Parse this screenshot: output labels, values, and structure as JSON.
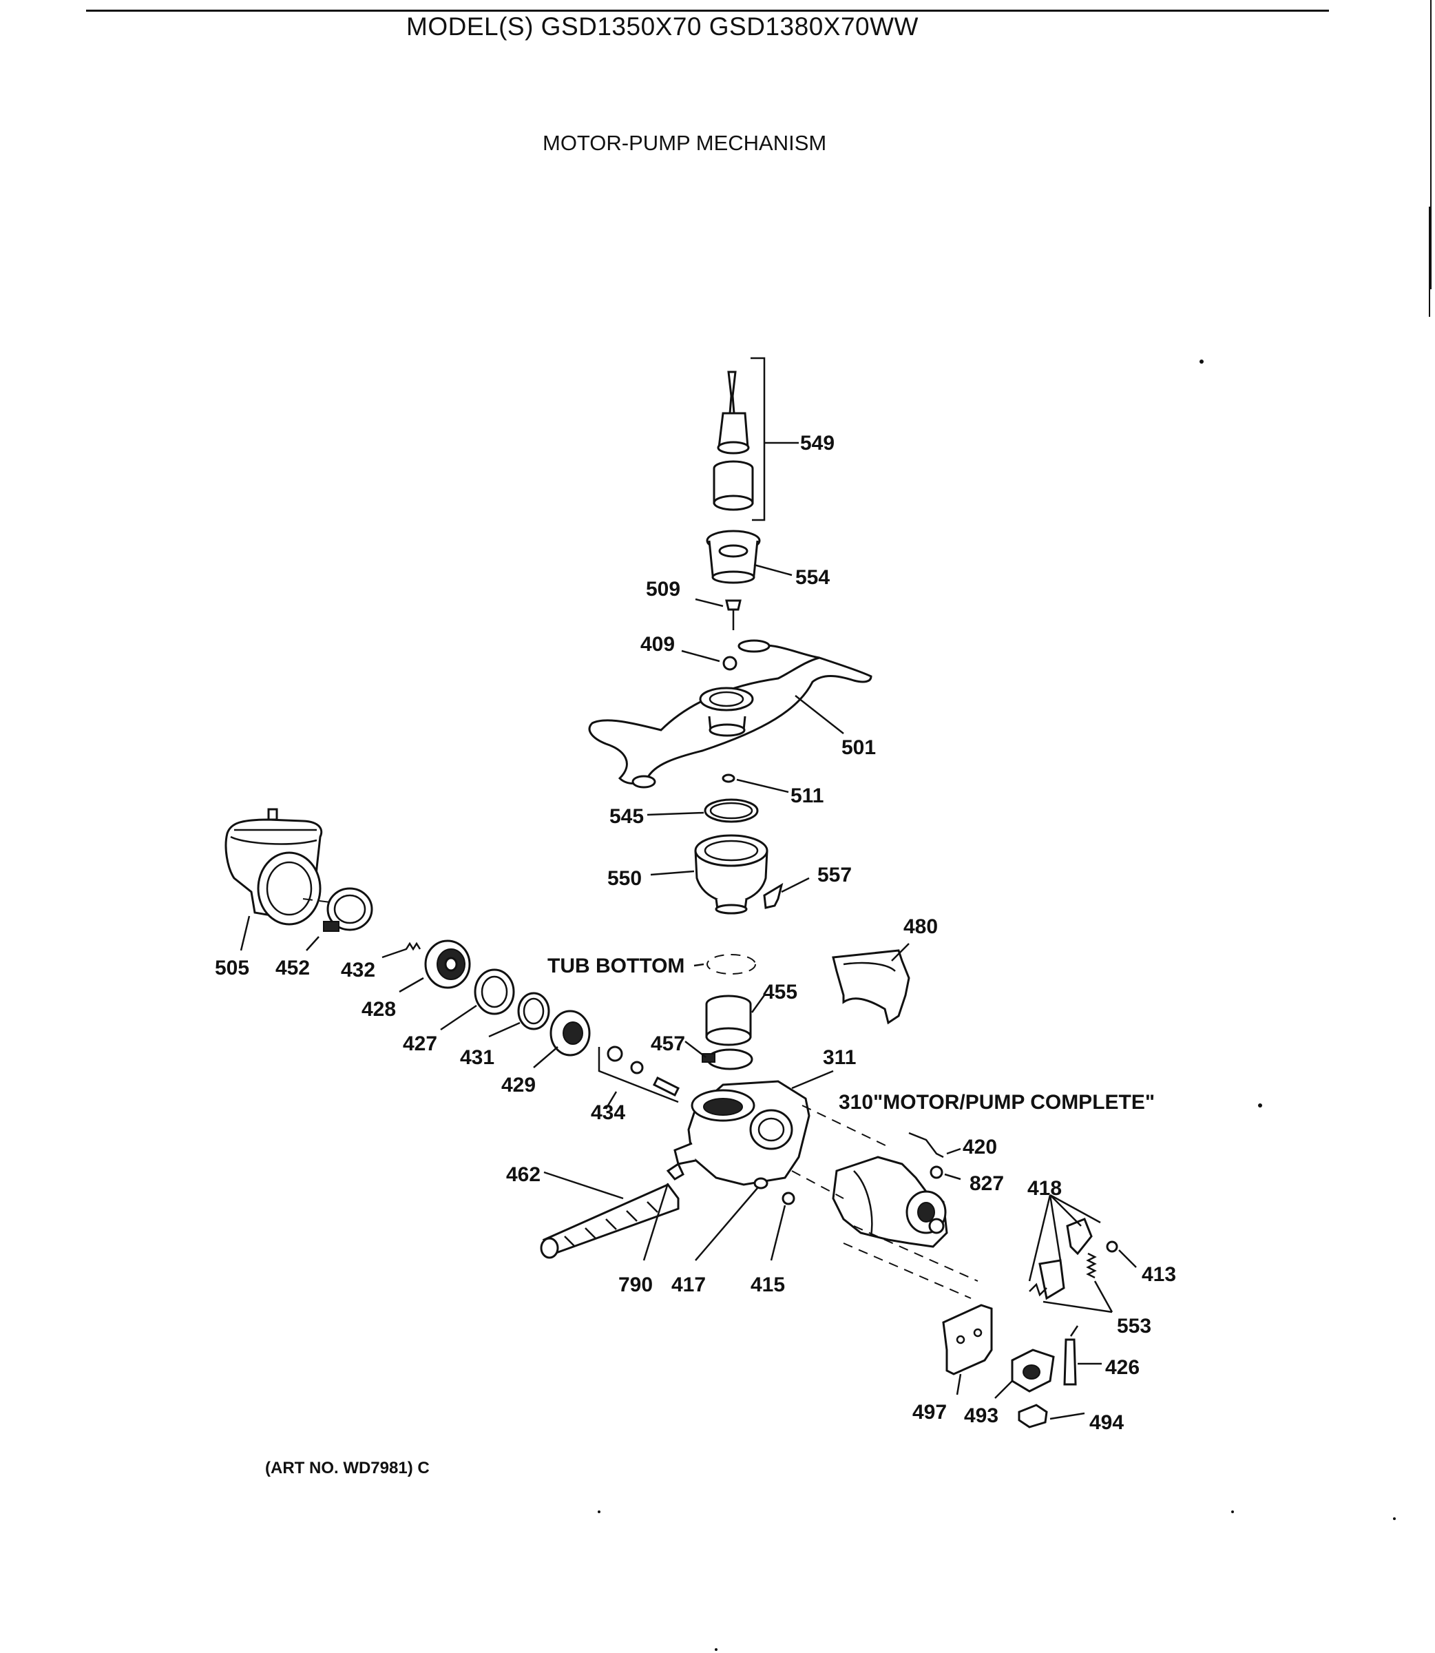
{
  "header": {
    "model_line": "MODEL(S) GSD1350X70  GSD1380X70WW",
    "subtitle": "MOTOR-PUMP MECHANISM"
  },
  "footer": {
    "art_number": "(ART NO. WD7981) C"
  },
  "callouts": {
    "c549": "549",
    "c554": "554",
    "c509": "509",
    "c409": "409",
    "c501": "501",
    "c511": "511",
    "c545": "545",
    "c550": "550",
    "c557": "557",
    "c480": "480",
    "c505": "505",
    "c452": "452",
    "c432": "432",
    "c428": "428",
    "c427": "427",
    "c431": "431",
    "c429": "429",
    "c434": "434",
    "c455": "455",
    "c457": "457",
    "c311": "311",
    "c420": "420",
    "c827": "827",
    "c418": "418",
    "c413": "413",
    "c553": "553",
    "c426": "426",
    "c462": "462",
    "c790": "790",
    "c417": "417",
    "c415": "415",
    "c497": "497",
    "c493": "493",
    "c494": "494"
  },
  "notes": {
    "tub_bottom": "TUB BOTTOM",
    "motor_pump_complete": "310\"MOTOR/PUMP COMPLETE\""
  }
}
